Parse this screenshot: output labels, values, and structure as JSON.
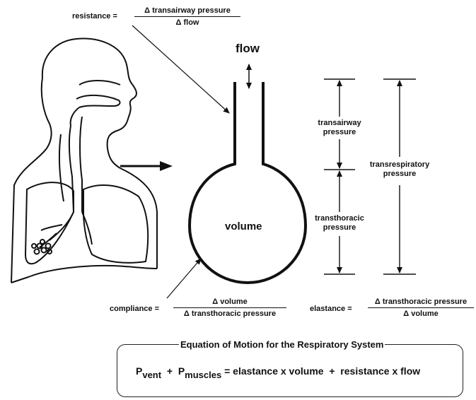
{
  "resistance": {
    "lhs": "resistance =",
    "numerator": "Δ transairway pressure",
    "denominator": "Δ flow"
  },
  "flow_label": "flow",
  "volume_label": "volume",
  "transairway_label": [
    "transairway",
    "pressure"
  ],
  "transthoracic_label": [
    "transthoracic",
    "pressure"
  ],
  "transrespiratory_label": [
    "transrespiratory",
    "pressure"
  ],
  "compliance": {
    "lhs": "compliance =",
    "numerator": "Δ volume",
    "denominator": "Δ transthoracic pressure"
  },
  "elastance": {
    "lhs": "elastance =",
    "numerator": "Δ transthoracic pressure",
    "denominator": "Δ volume"
  },
  "equation": {
    "title": "Equation of Motion for the Respiratory System",
    "p1": "P",
    "p1_sub": "vent",
    "plus": "+",
    "p2": "P",
    "p2_sub": "muscles",
    "rhs": "= elastance x volume  +  resistance x flow"
  }
}
